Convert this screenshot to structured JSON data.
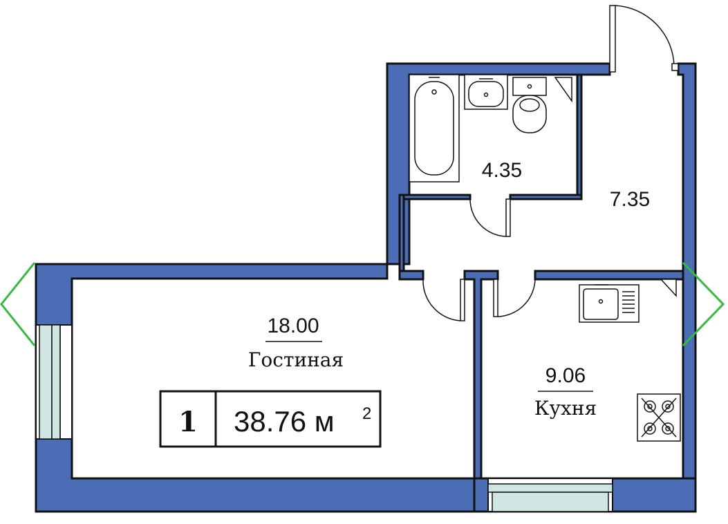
{
  "colors": {
    "wall": "#4a6db5",
    "outline": "#111111",
    "window_glass": "#cfe6e3",
    "view_marker": "#2fbf3a"
  },
  "rooms": {
    "bathroom": {
      "area": "4.35"
    },
    "hallway": {
      "area": "7.35"
    },
    "living": {
      "area": "18.00",
      "name": "Гостиная"
    },
    "kitchen": {
      "area": "9.06",
      "name": "Кухня"
    }
  },
  "summary": {
    "rooms_count": "1",
    "total_area": "38.76 м",
    "unit_power": "2"
  },
  "icons": [
    "bathtub-icon",
    "washbasin-icon",
    "toilet-icon",
    "kitchen-sink-icon",
    "stove-icon",
    "door-swing-icon",
    "window-icon",
    "view-direction-marker-icon"
  ]
}
